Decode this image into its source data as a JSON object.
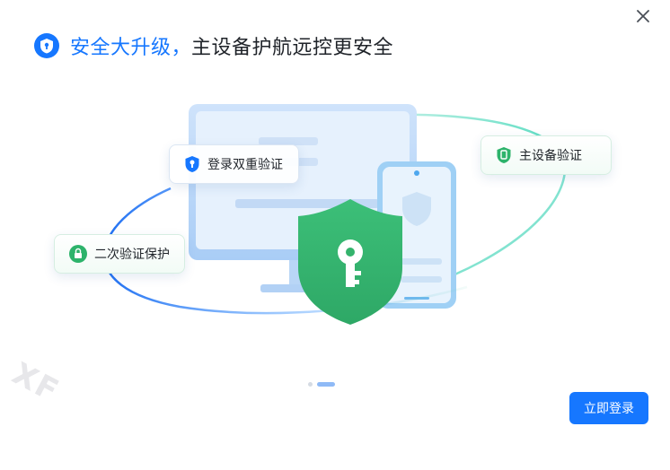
{
  "dialog": {
    "title_highlight": "安全大升级，",
    "title_rest": "主设备护航远控更安全"
  },
  "features": {
    "login_double": "登录双重验证",
    "main_device": "主设备验证",
    "secondary_protect": "二次验证保护"
  },
  "carousel": {
    "total": 2,
    "active": 2
  },
  "actions": {
    "login_label": "立即登录"
  },
  "watermark": "XF",
  "colors": {
    "primary": "#1677ff",
    "shield_green": "#34b36c",
    "chip_blue": "#1677ff",
    "chip_green": "#2db36b"
  }
}
